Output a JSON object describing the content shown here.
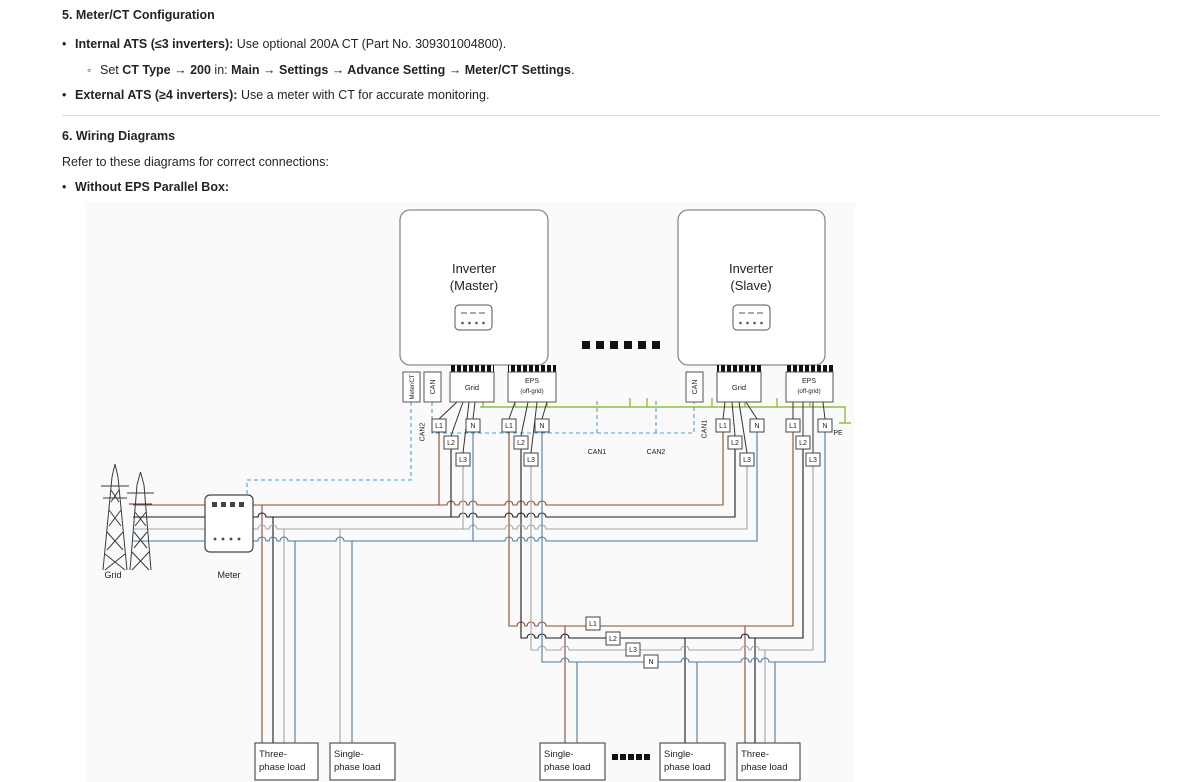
{
  "doc": {
    "section5": {
      "heading": "5. Meter/CT Configuration",
      "bullet1": {
        "bold": "Internal ATS (≤3 inverters):",
        "text": " Use optional 200A CT (Part No. 309301004800)."
      },
      "sub_bullet": {
        "pre": "Set ",
        "bold1": "CT Type → 200",
        "mid": " in: ",
        "bold2": "Main → Settings → Advance Setting → Meter/CT Settings",
        "post": "."
      },
      "bullet2": {
        "bold": "External ATS (≥4 inverters):",
        "text": " Use a meter with CT for accurate monitoring."
      }
    },
    "section6": {
      "heading": "6. Wiring Diagrams",
      "intro": "Refer to these diagrams for correct connections:",
      "bullet": "Without EPS Parallel Box:"
    }
  },
  "diagram": {
    "inverters": {
      "master_line1": "Inverter",
      "master_line2": "(Master)",
      "slave_line1": "Inverter",
      "slave_line2": "(Slave)"
    },
    "ports": {
      "meter_ct": "Meter/CT",
      "can": "CAN",
      "grid": "Grid",
      "eps_line1": "EPS",
      "eps_line2": "(off-grid)"
    },
    "labels": {
      "can1": "CAN1",
      "can2": "CAN2",
      "pe": "PE",
      "grid": "Grid",
      "meter": "Meter"
    },
    "t": {
      "l1": "L1",
      "l2": "L2",
      "l3": "L3",
      "n": "N"
    },
    "loads": {
      "three_line1": "Three-",
      "single_line1": "Single-",
      "line2": "phase load"
    },
    "colors": {
      "l1": "#8d4a2e",
      "l2": "#1c1c1c",
      "l3": "#9aa7ad",
      "n": "#4a7aa8",
      "pe": "#8fbf3f",
      "can": "#4da0d8"
    }
  }
}
